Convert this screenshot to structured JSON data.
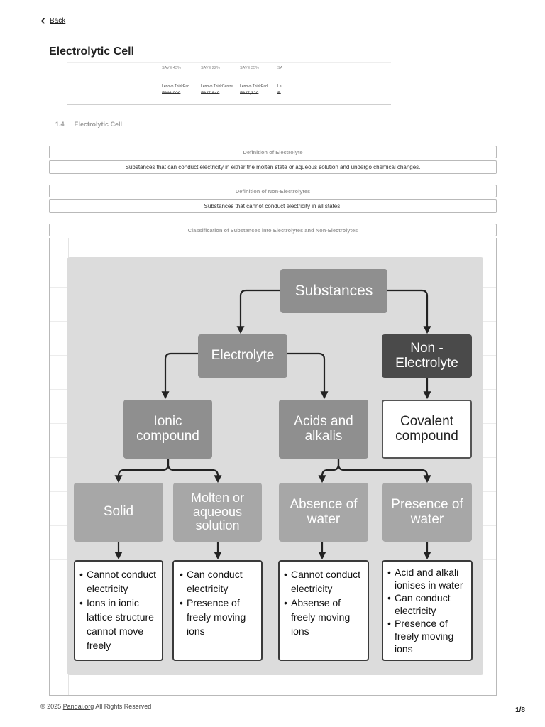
{
  "nav": {
    "back_label": "Back"
  },
  "page": {
    "title": "Electrolytic Cell"
  },
  "ad": {
    "products": [
      {
        "save": "SAVE 43%",
        "name": "Lenovo ThinkPad...",
        "price": "RM6,909"
      },
      {
        "save": "SAVE 22%",
        "name": "Lenovo ThinkCentre...",
        "price": "RM7,849"
      },
      {
        "save": "SAVE 35%",
        "name": "Lenovo ThinkPad...",
        "price": "RM7,329"
      },
      {
        "save": "SA",
        "name": "Le",
        "price": "R"
      }
    ]
  },
  "section": {
    "number": "1.4",
    "title": "Electrolytic Cell"
  },
  "definitions": {
    "electrolyte": {
      "heading": "Definition of Electrolyte",
      "text": "Substances that can conduct electricity in either the molten state or aqueous solution and undergo chemical changes."
    },
    "non_electrolyte": {
      "heading": "Definition of Non-Electrolytes",
      "text": "Substances that cannot conduct electricity in all states."
    }
  },
  "classification": {
    "heading": "Classification of Substances into Electrolytes and Non-Electrolytes",
    "nodes": {
      "substances": "Substances",
      "electrolyte": "Electrolyte",
      "non_electrolyte": "Non -\nElectrolyte",
      "ionic": "Ionic\ncompound",
      "acids": "Acids and\nalkalis",
      "covalent": "Covalent\ncompound",
      "solid": "Solid",
      "molten": "Molten or\naqueous\nsolution",
      "absence": "Absence of\nwater",
      "presence": "Presence of\nwater"
    },
    "lists": {
      "solid": [
        "Cannot conduct electricity",
        "Ions in ionic lattice structure cannot move freely"
      ],
      "molten": [
        "Can conduct electricity",
        "Presence of freely moving ions"
      ],
      "absence": [
        "Cannot conduct electricity",
        "Absense of freely moving ions"
      ],
      "presence": [
        "Acid and alkali ionises in water",
        "Can conduct electricity",
        "Presence of freely moving ions"
      ]
    }
  },
  "footer": {
    "copyright_prefix": "© 2025",
    "site_link": "Pandai.org",
    "copyright_suffix": "All Rights Reserved",
    "page_number": "1/8"
  },
  "colors": {
    "node_mid": "#8f8f8f",
    "node_light": "#a7a7a7",
    "node_dark": "#4a4a4a",
    "panel": "#dcdcdc",
    "border": "#b9b9b9"
  }
}
